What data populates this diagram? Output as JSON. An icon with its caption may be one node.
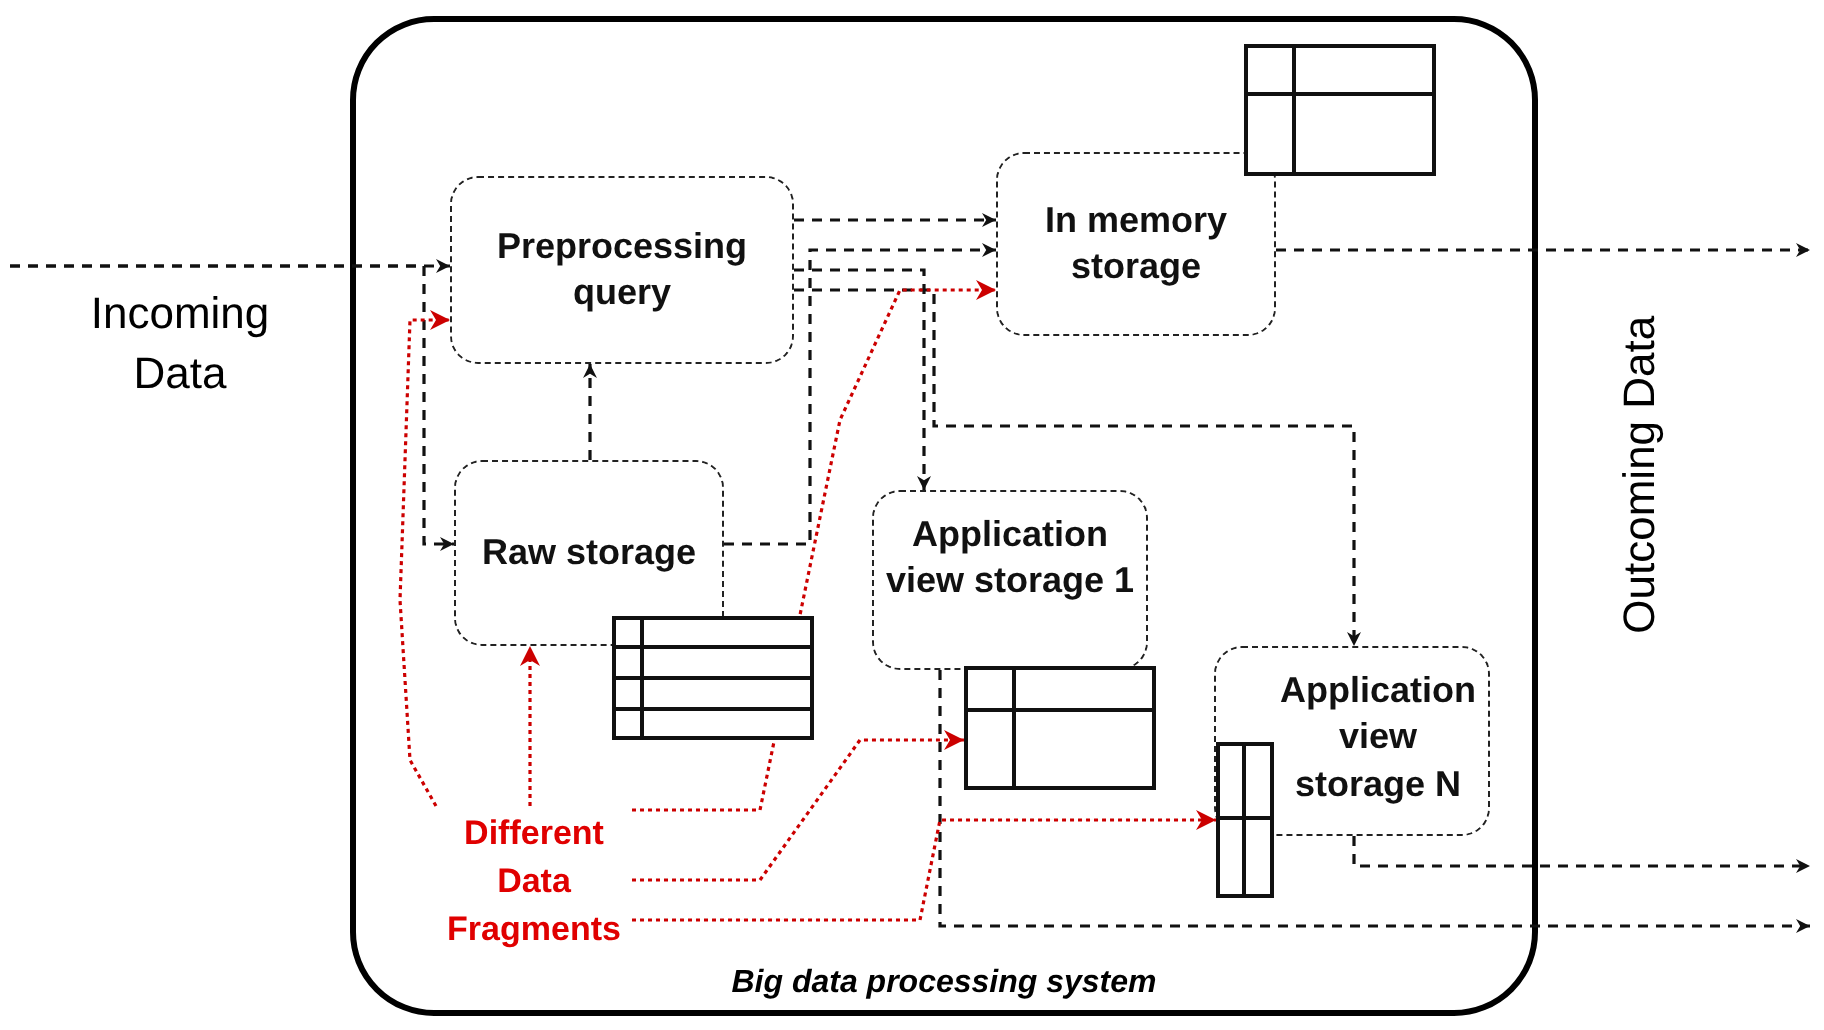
{
  "diagram": {
    "nodes": [
      {
        "text": [
          "Big data processing system"
        ]
      },
      {
        "text": [
          "Preprocessing query"
        ],
        "in": 0
      },
      {
        "text": [
          "In memory storage"
        ],
        "in": 0
      },
      {
        "text": [
          "Raw storage"
        ],
        "in": 0
      },
      {
        "text": [
          "Application view storage 1"
        ],
        "in": 0
      },
      {
        "text": [
          "Application view storage N"
        ],
        "in": 0
      },
      {
        "text": [
          "Different Data Fragments"
        ],
        "in": 0
      },
      {
        "text": [],
        "shape": "table",
        "in": 0
      },
      {
        "text": [],
        "shape": "table",
        "in": 0
      }
    ],
    "edges": [
      {
        "from": null,
        "to": 1,
        "arrow": "to",
        "label": "Incoming Data",
        "style": "dashed"
      },
      {
        "from": null,
        "to": 3,
        "arrow": "to",
        "style": "dashed"
      },
      {
        "from": 1,
        "to": 2,
        "arrow": "to",
        "style": "dashed"
      },
      {
        "from": 3,
        "to": 2,
        "arrow": "to",
        "style": "dashed"
      },
      {
        "from": 3,
        "to": 1,
        "arrow": "to",
        "style": "dashed"
      },
      {
        "from": 1,
        "to": 4,
        "arrow": "to",
        "style": "dashed"
      },
      {
        "from": 1,
        "to": 5,
        "arrow": "to",
        "style": "dashed"
      },
      {
        "from": 2,
        "to": null,
        "arrow": "to",
        "style": "dashed"
      },
      {
        "from": 5,
        "to": null,
        "arrow": "to",
        "style": "dashed"
      },
      {
        "from": 4,
        "to": null,
        "arrow": "to",
        "style": "dashed"
      },
      {
        "from": 6,
        "to": 1,
        "arrow": "to",
        "style": "dashed",
        "color": "#cc0000"
      },
      {
        "from": 6,
        "to": 3,
        "arrow": "to",
        "style": "dashed",
        "color": "#cc0000"
      },
      {
        "from": 6,
        "to": 2,
        "arrow": "to",
        "style": "dashed",
        "color": "#cc0000"
      },
      {
        "from": 6,
        "to": 7,
        "arrow": "to",
        "style": "dashed",
        "color": "#cc0000"
      },
      {
        "from": 6,
        "to": 8,
        "arrow": "to",
        "style": "dashed",
        "color": "#cc0000"
      }
    ],
    "labels": [
      "Outcoming Data"
    ]
  }
}
